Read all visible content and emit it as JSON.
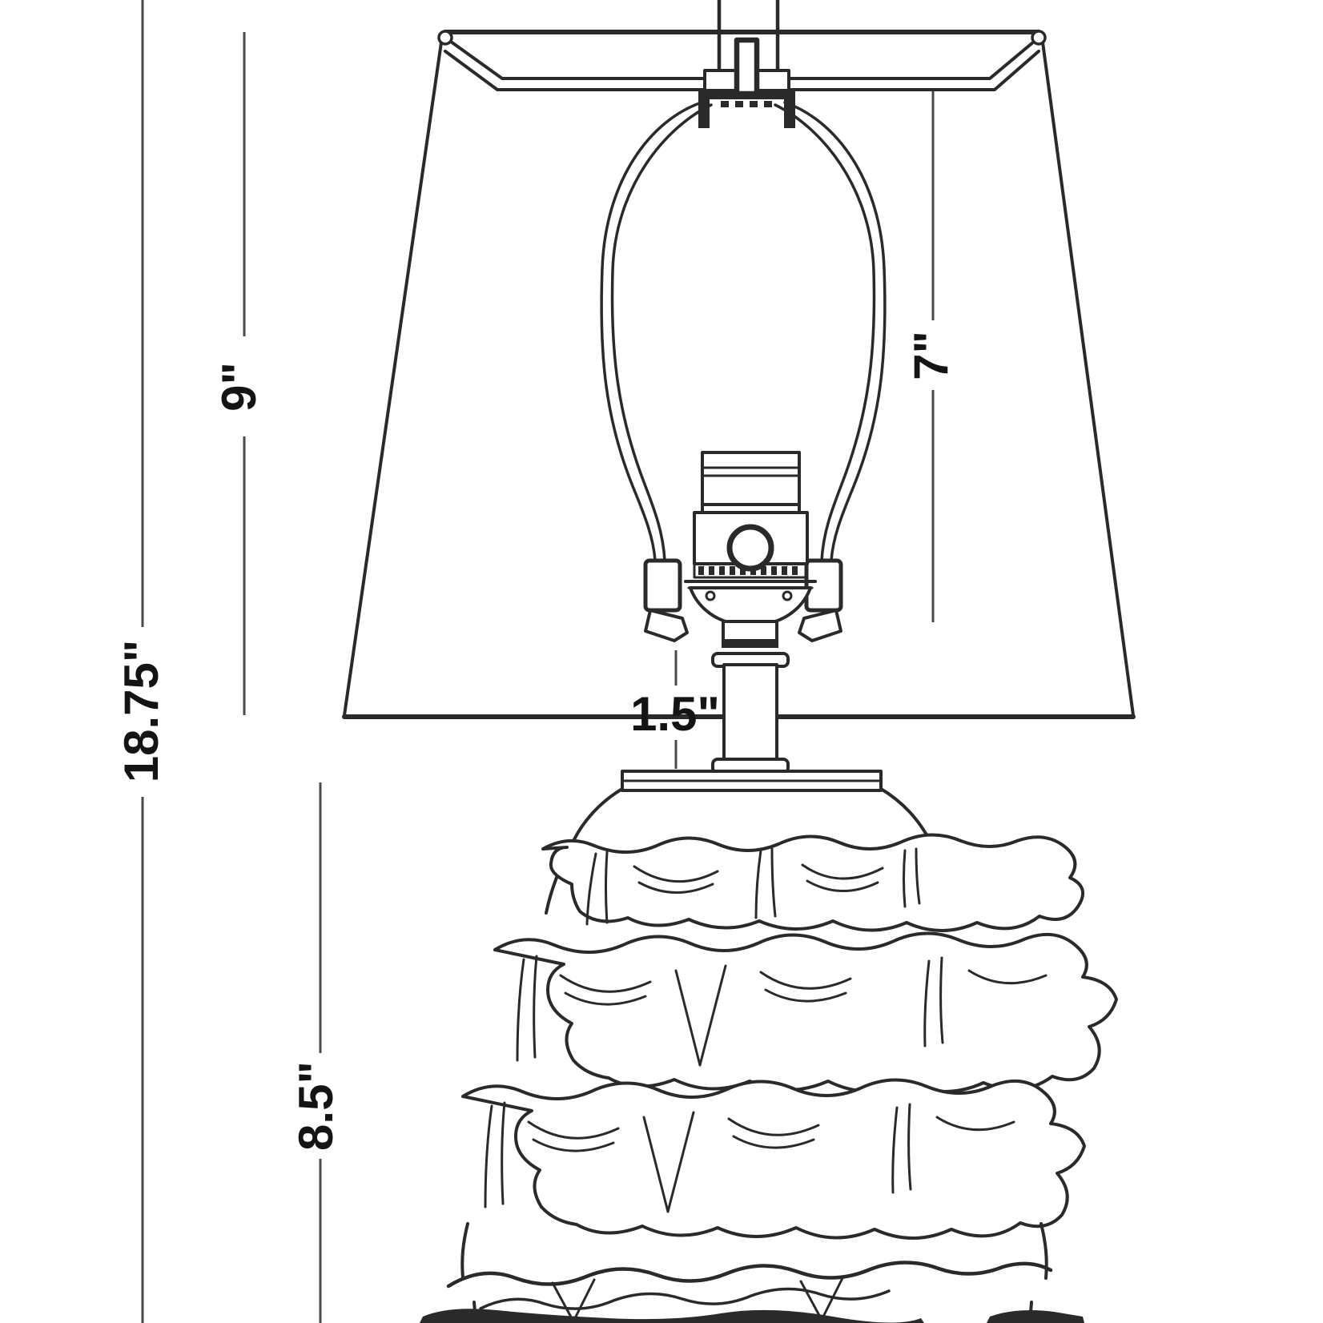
{
  "diagram": {
    "subject": "Table lamp technical line drawing with dimension callouts",
    "unit": "inches",
    "background_color": "#ffffff",
    "line_color": "#2a2a2a",
    "dimension_line_color": "#4a4a4a",
    "label_color": "#141414",
    "labels": {
      "overall_height": "18.75\"",
      "shade_height": "9\"",
      "harp_height": "7\"",
      "neck_height": "1.5\"",
      "base_height": "8.5\""
    },
    "parts": [
      "lamp shade",
      "finial stem",
      "harp saddle",
      "harp",
      "socket",
      "switch knob",
      "neck",
      "ruffled ceramic body",
      "base foot"
    ]
  }
}
